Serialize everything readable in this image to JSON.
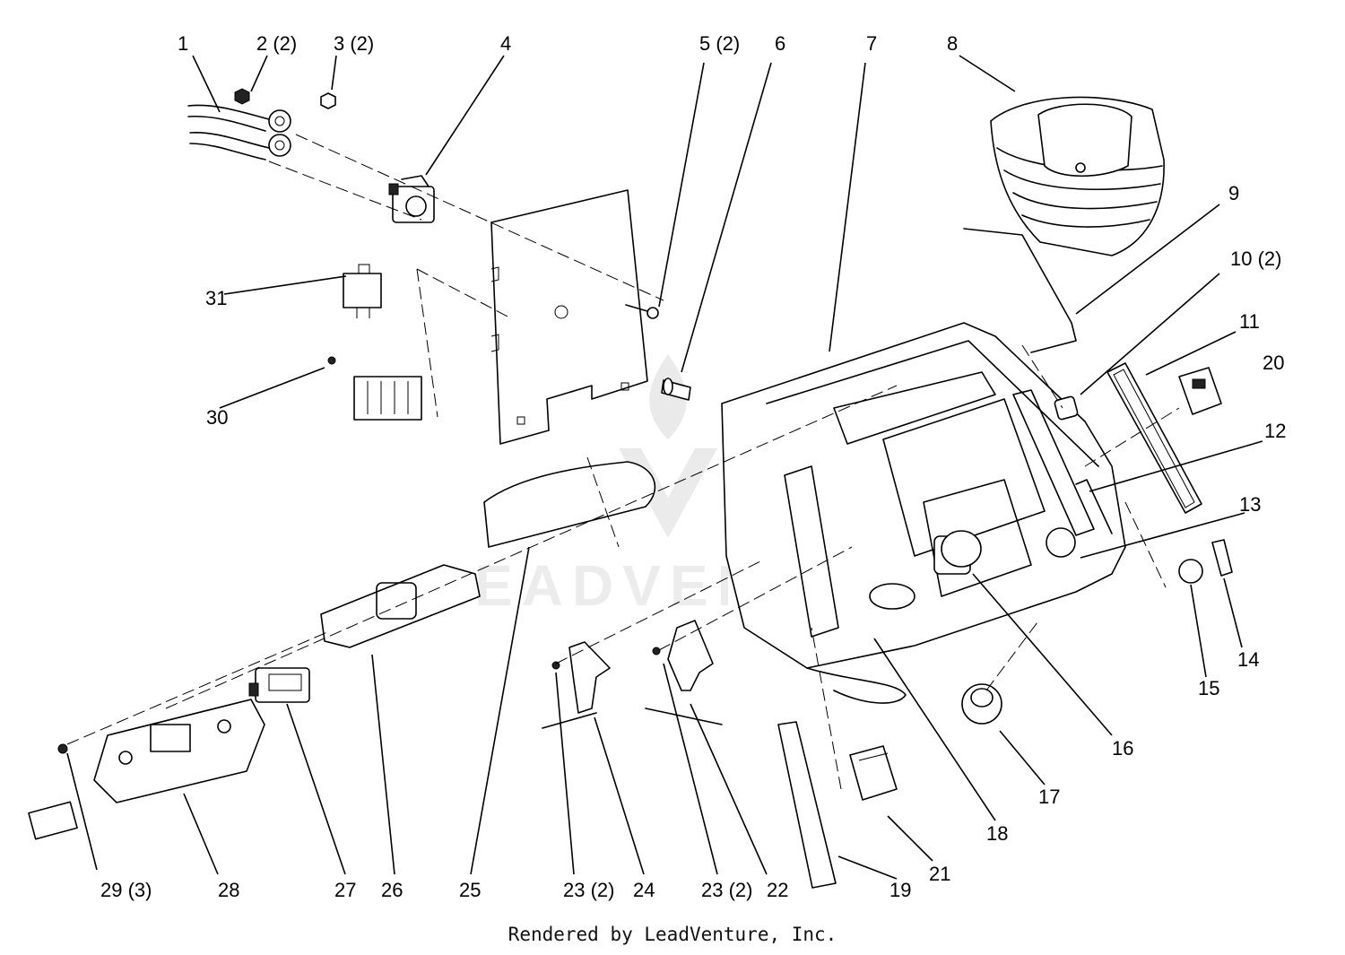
{
  "callouts": [
    {
      "label": "1"
    },
    {
      "label": "2 (2)"
    },
    {
      "label": "3 (2)"
    },
    {
      "label": "4"
    },
    {
      "label": "5 (2)"
    },
    {
      "label": "6"
    },
    {
      "label": "7"
    },
    {
      "label": "8"
    },
    {
      "label": "9"
    },
    {
      "label": "10 (2)"
    },
    {
      "label": "11"
    },
    {
      "label": "20"
    },
    {
      "label": "12"
    },
    {
      "label": "13"
    },
    {
      "label": "14"
    },
    {
      "label": "15"
    },
    {
      "label": "16"
    },
    {
      "label": "17"
    },
    {
      "label": "18"
    },
    {
      "label": "21"
    },
    {
      "label": "19"
    },
    {
      "label": "22"
    },
    {
      "label": "23 (2)"
    },
    {
      "label": "23 (2)"
    },
    {
      "label": "24"
    },
    {
      "label": "25"
    },
    {
      "label": "26"
    },
    {
      "label": "27"
    },
    {
      "label": "28"
    },
    {
      "label": "29 (3)"
    },
    {
      "label": "30"
    },
    {
      "label": "31"
    }
  ],
  "watermark": "LEADVENTURE",
  "footer": "Rendered by LeadVenture, Inc."
}
